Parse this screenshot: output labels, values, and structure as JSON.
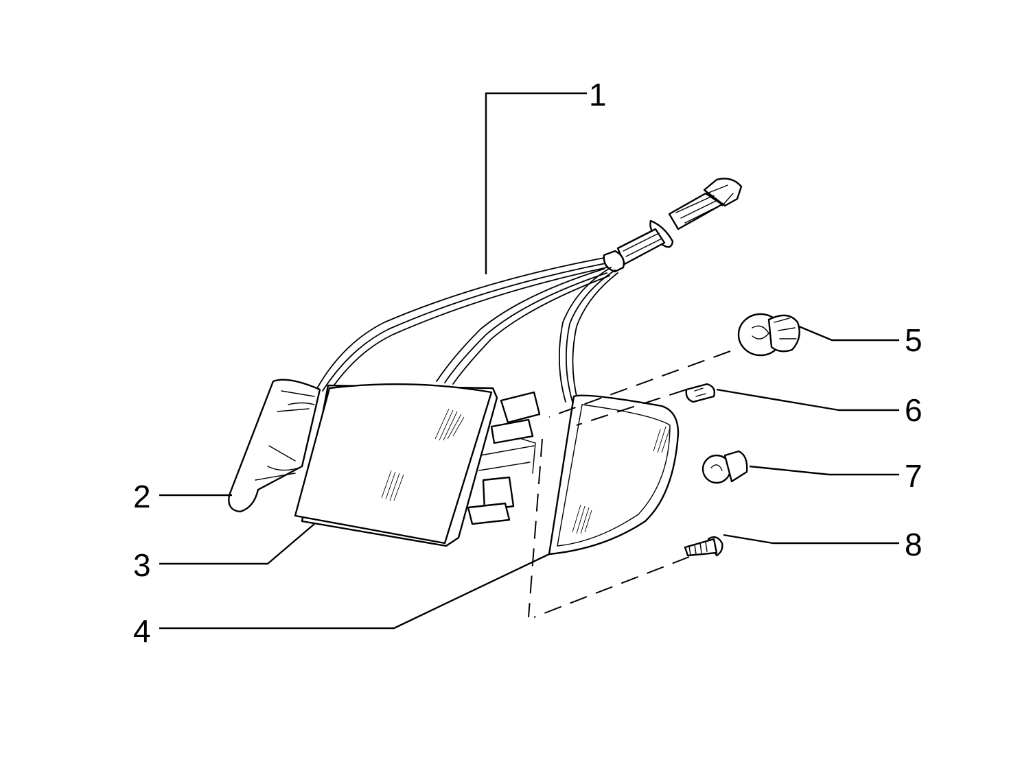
{
  "callouts": [
    {
      "id": "1",
      "label": "1",
      "part": "wiring-harness"
    },
    {
      "id": "2",
      "label": "2",
      "part": "side-reflector-lens"
    },
    {
      "id": "3",
      "label": "3",
      "part": "headlamp-unit"
    },
    {
      "id": "4",
      "label": "4",
      "part": "turn-signal-lens"
    },
    {
      "id": "5",
      "label": "5",
      "part": "bulb-with-socket"
    },
    {
      "id": "6",
      "label": "6",
      "part": "festoon-bulb"
    },
    {
      "id": "7",
      "label": "7",
      "part": "bayonet-bulb"
    },
    {
      "id": "8",
      "label": "8",
      "part": "screw"
    }
  ]
}
